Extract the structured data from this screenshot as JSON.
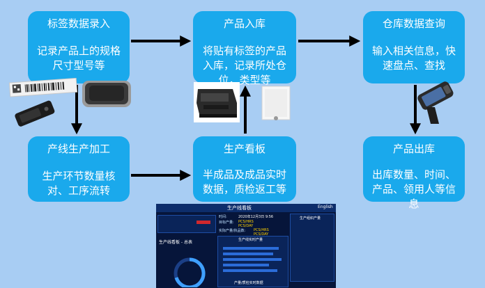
{
  "nodes": {
    "n1": {
      "title": "标签数据录入",
      "desc": "记录产品上的规格尺寸型号等"
    },
    "n2": {
      "title": "产品入库",
      "desc": "将贴有标签的产品入库，记录所处仓位，类型等"
    },
    "n3": {
      "title": "仓库数据查询",
      "desc": "输入相关信息，快速盘点、查找"
    },
    "n4": {
      "title": "产线生产加工",
      "desc": "生产环节数量核对、工序流转"
    },
    "n5": {
      "title": "生产看板",
      "desc": "半成品及成品实时数据，质检返工等"
    },
    "n6": {
      "title": "产品出库",
      "desc": "出库数量、时间、产品、领用人等信息"
    }
  },
  "dashboard": {
    "title": "生产线看板",
    "lang": "English",
    "date_label": "时间:",
    "date": "2020年12月3日 9:56",
    "target_label": "目标产量:",
    "target_a": "PCS/HRS",
    "target_b": "PCS/DAY",
    "actual_label": "实际产量/执品数:",
    "actual_a": "PCS/HRS",
    "actual_b": "PCS/DAY",
    "panel_left": "生产线看板 - 总表",
    "panel_mid": "生产线实时产量",
    "panel_right": "生产组织产量",
    "panel_bottom": "产量/质检实时数据"
  },
  "colors": {
    "background": "#a8cdf3",
    "node": "#1aa9ec",
    "arrow": "#000000"
  }
}
